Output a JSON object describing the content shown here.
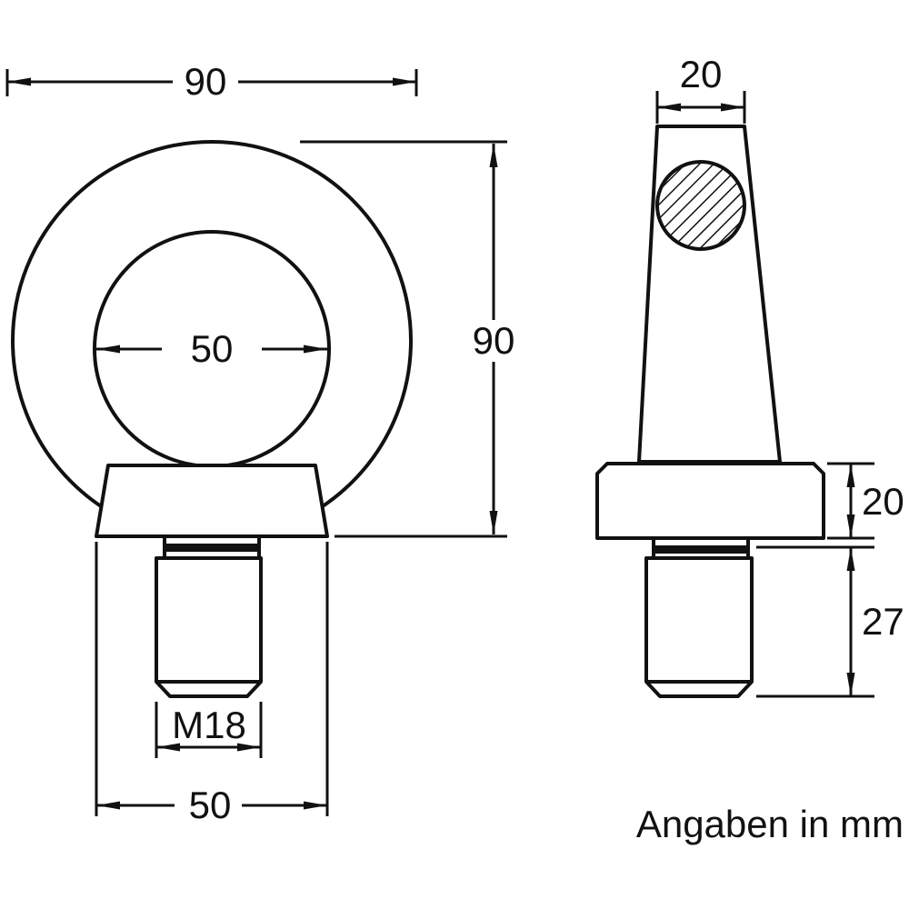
{
  "drawing": {
    "title_note": "Angaben in mm",
    "front_view": {
      "outer_width_mm": "90",
      "overall_height_mm": "90",
      "eye_inner_diameter_mm": "50",
      "thread_designation": "M18",
      "collar_width_mm": "50"
    },
    "side_view": {
      "ring_bar_diameter_mm": "20",
      "collar_height_mm": "20",
      "thread_length_mm": "27"
    },
    "colors": {
      "line": "#111111",
      "background": "#ffffff"
    }
  }
}
